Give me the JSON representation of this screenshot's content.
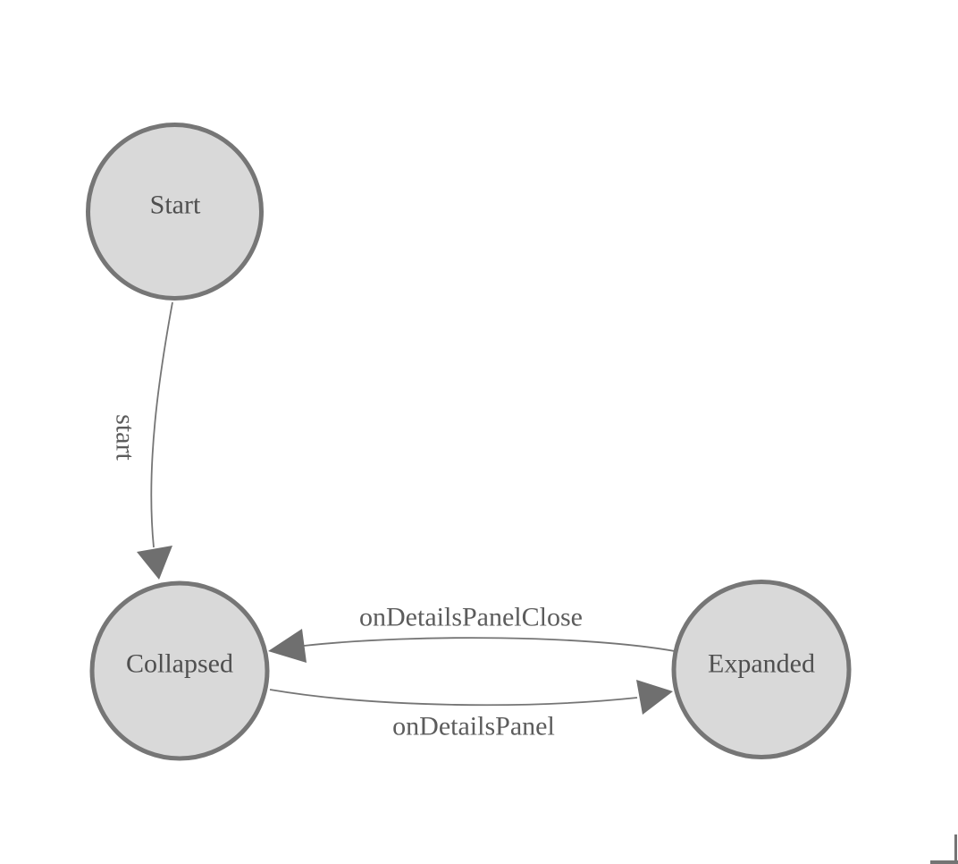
{
  "diagram": {
    "type": "state-machine",
    "nodes": [
      {
        "id": "start",
        "label": "Start"
      },
      {
        "id": "collapsed",
        "label": "Collapsed"
      },
      {
        "id": "expanded",
        "label": "Expanded"
      }
    ],
    "edges": [
      {
        "from": "Start",
        "to": "Collapsed",
        "label": "start"
      },
      {
        "from": "Expanded",
        "to": "Collapsed",
        "label": "onDetailsPanelClose"
      },
      {
        "from": "Collapsed",
        "to": "Expanded",
        "label": "onDetailsPanel"
      }
    ],
    "colors": {
      "background": "#ffffff",
      "node_fill": "#d9d9d9",
      "node_border": "#767676",
      "edge_line": "#757575",
      "arrowhead": "#6f6f6f",
      "node_text": "#4f4f4f",
      "edge_text": "#5c5c5c",
      "corner_mark": "#747474"
    }
  }
}
